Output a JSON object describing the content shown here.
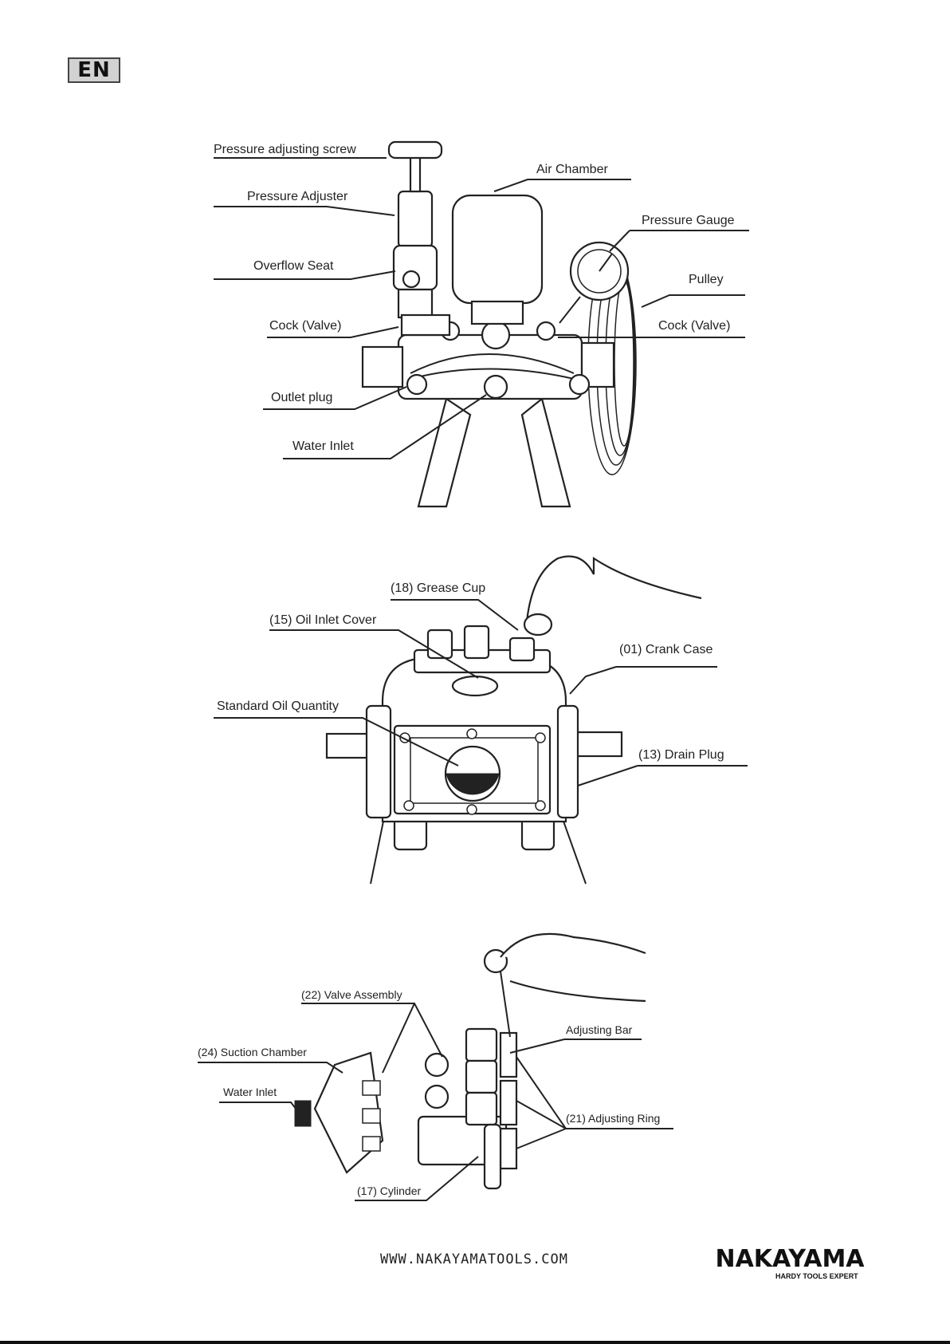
{
  "header": {
    "language_badge": "EN"
  },
  "figure1": {
    "labels": {
      "pressure_adjusting_screw": "Pressure adjusting screw",
      "pressure_adjuster": "Pressure Adjuster",
      "overflow_seat": "Overflow Seat",
      "cock_valve_left": "Cock (Valve)",
      "outlet_plug": "Outlet plug",
      "water_inlet": "Water Inlet",
      "air_chamber": "Air Chamber",
      "pressure_gauge": "Pressure Gauge",
      "pulley": "Pulley",
      "cock_valve_right": "Cock (Valve)"
    }
  },
  "figure2": {
    "labels": {
      "grease_cup": "(18) Grease Cup",
      "oil_inlet_cover": "(15) Oil Inlet Cover",
      "crank_case": "(01) Crank Case",
      "standard_oil_quantity": "Standard Oil Quantity",
      "drain_plug": "(13) Drain Plug"
    }
  },
  "figure3": {
    "labels": {
      "valve_assembly": "(22) Valve Assembly",
      "suction_chamber": "(24) Suction Chamber",
      "water_inlet": "Water Inlet",
      "adjusting_bar": "Adjusting Bar",
      "adjusting_ring": "(21) Adjusting Ring",
      "cylinder": "(17) Cylinder"
    }
  },
  "footer": {
    "website": "WWW.NAKAYAMATOOLS.COM",
    "brand": "NAKAYAMA",
    "tagline": "HARDY TOOLS EXPERT"
  }
}
